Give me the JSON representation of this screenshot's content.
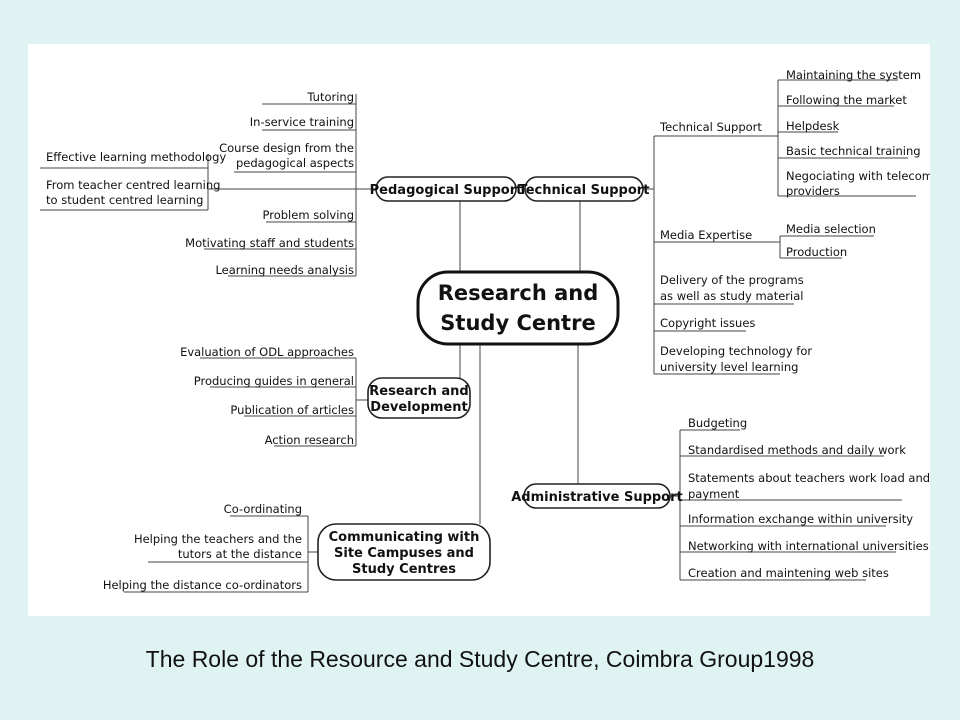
{
  "center": {
    "line1": "Research and",
    "line2": "Study Centre"
  },
  "hubs": {
    "pedagogical": "Pedagogical Support",
    "technical": "Technical Support",
    "research": {
      "line1": "Research and",
      "line2": "Development"
    },
    "administrative": "Administrative Support",
    "communicating": {
      "line1": "Communicating with",
      "line2": "Site Campuses and",
      "line3": "Study Centres"
    }
  },
  "pedagogical_items": {
    "tutoring": "Tutoring",
    "inservice": "In-service training",
    "course_design": {
      "line1": "Course design from the",
      "line2": "pedagogical aspects"
    },
    "effective": "Effective learning methodology",
    "teacher_centred": {
      "line1": "From teacher centred learning",
      "line2": "to student centred learning"
    },
    "problem": "Problem solving",
    "motivating": "Motivating staff and students",
    "needs": "Learning needs analysis"
  },
  "technical_items": {
    "technical_support": "Technical Support",
    "maintaining": "Maintaining the system",
    "following": "Following the market",
    "helpdesk": "Helpdesk",
    "basic": "Basic technical training",
    "negotiating": {
      "line1": "Negociating with telecom",
      "line2": "providers"
    },
    "media_expertise": "Media Expertise",
    "media_selection": "Media selection",
    "production": "Production",
    "delivery": {
      "line1": "Delivery of the programs",
      "line2": "as well as study material"
    },
    "copyright": "Copyright issues",
    "developing": {
      "line1": "Developing technology for",
      "line2": "university level learning"
    }
  },
  "research_items": {
    "evaluation": "Evaluation of ODL approaches",
    "guides": "Producing guides in general",
    "articles": "Publication of articles",
    "action": "Action research"
  },
  "administrative_items": {
    "budgeting": "Budgeting",
    "standardised": "Standardised methods and daily work",
    "statements": {
      "line1": "Statements about teachers work load and",
      "line2": "payment"
    },
    "information": "Information exchange within university",
    "networking": "Networking with international universities",
    "creation": "Creation and maintening web sites"
  },
  "communicating_items": {
    "coordinating": "Co-ordinating",
    "helping_teachers": {
      "line1": "Helping the teachers and the",
      "line2": "tutors at the distance"
    },
    "helping_distance": "Helping the distance co-ordinators"
  },
  "caption": "The Role of the Resource and Study Centre, Coimbra Group1998"
}
